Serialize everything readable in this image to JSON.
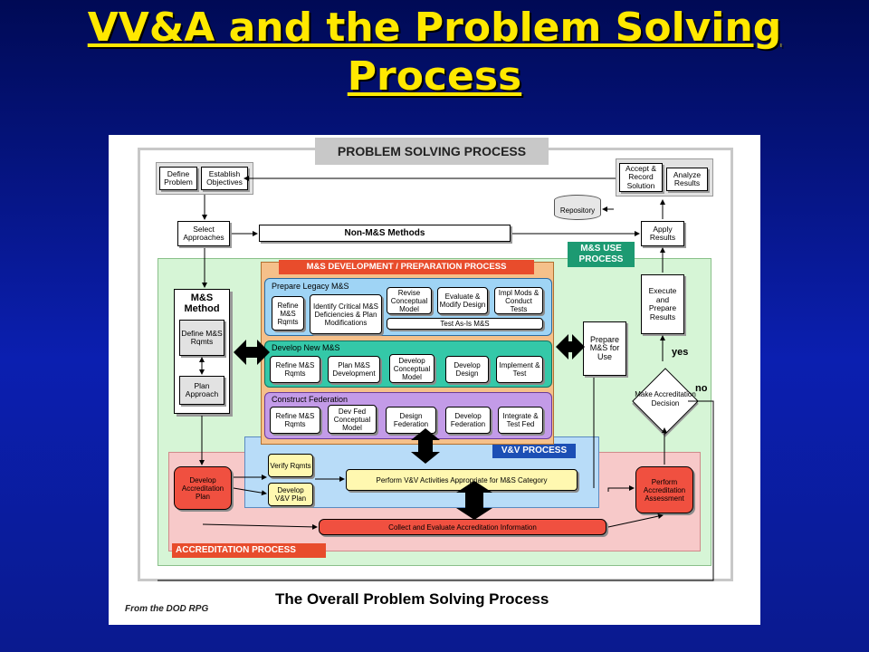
{
  "slide": {
    "title": "VV&A and the Problem Solving Process"
  },
  "figure": {
    "header": "PROBLEM SOLVING PROCESS",
    "caption": "The Overall Problem Solving Process",
    "source": "From the DOD RPG",
    "top": {
      "define_problem": "Define Problem",
      "establish_objectives": "Establish Objectives",
      "accept_record": "Accept & Record Solution",
      "analyze_results": "Analyze Results",
      "repository": "Repository",
      "select_approaches": "Select Approaches",
      "non_ms_methods": "Non-M&S Methods",
      "apply_results": "Apply Results"
    },
    "ms_use": {
      "label": "M&S USE PROCESS",
      "execute_prepare": "Execute and Prepare Results",
      "prepare_ms": "Prepare M&S for Use",
      "yes": "yes",
      "no": "no",
      "make_decision": "Make Accreditation Decision"
    },
    "ms_method": {
      "title": "M&S Method",
      "define_rqmts": "Define M&S Rqmts",
      "plan_approach": "Plan Approach"
    },
    "dev_prep": {
      "label": "M&S DEVELOPMENT / PREPARATION PROCESS",
      "legacy": {
        "title": "Prepare Legacy M&S",
        "items": [
          "Refine M&S Rqmts",
          "Identify Critical M&S Deficiencies & Plan Modifications",
          "Revise Conceptual Model",
          "Evaluate & Modify Design",
          "Impl Mods & Conduct Tests"
        ],
        "test": "Test As-Is M&S"
      },
      "new": {
        "title": "Develop New M&S",
        "items": [
          "Refine M&S Rqmts",
          "Plan M&S Development",
          "Develop Conceptual Model",
          "Develop Design",
          "Implement & Test"
        ]
      },
      "federation": {
        "title": "Construct Federation",
        "items": [
          "Refine M&S Rqmts",
          "Dev Fed Conceptual Model",
          "Design Federation",
          "Develop Federation",
          "Integrate & Test Fed"
        ]
      }
    },
    "vv": {
      "label": "V&V PROCESS",
      "verify": "Verify Rqmts",
      "develop_plan": "Develop V&V Plan",
      "perform": "Perform V&V Activities Appropriate for M&S Category"
    },
    "accreditation": {
      "label": "ACCREDITATION PROCESS",
      "develop_plan": "Develop Accreditation Plan",
      "perform_assessment": "Perform Accreditation Assessment",
      "collect": "Collect and Evaluate Accreditation Information"
    },
    "colors": {
      "title": "#ffe800",
      "background": "#0b1fb0",
      "ms_use": "#d6f5d6",
      "dev_prep": "#f5c08a",
      "legacy": "#9fd4f5",
      "new_ms": "#34c8a8",
      "federation": "#c39be8",
      "vv": "#b8dcf8",
      "accreditation": "#f7c9c9",
      "red_header": "#e84c2c"
    }
  }
}
